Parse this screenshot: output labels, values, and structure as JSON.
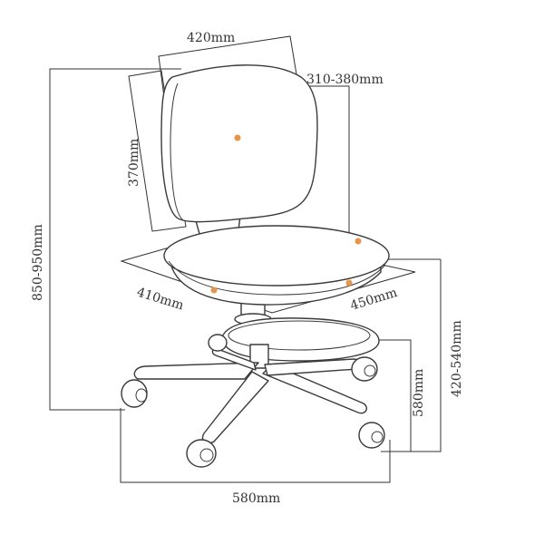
{
  "diagram": {
    "dimensions": {
      "backrest_width": "420mm",
      "backrest_depth": "310-380mm",
      "backrest_height": "370mm",
      "overall_height": "850-950mm",
      "seat_depth": "410mm",
      "seat_width": "450mm",
      "seat_height": "420-540mm",
      "footrest_height": "580mm",
      "base_width": "580mm"
    },
    "colors": {
      "line": "#333333",
      "marker": "#e8944a",
      "background": "#ffffff"
    }
  }
}
